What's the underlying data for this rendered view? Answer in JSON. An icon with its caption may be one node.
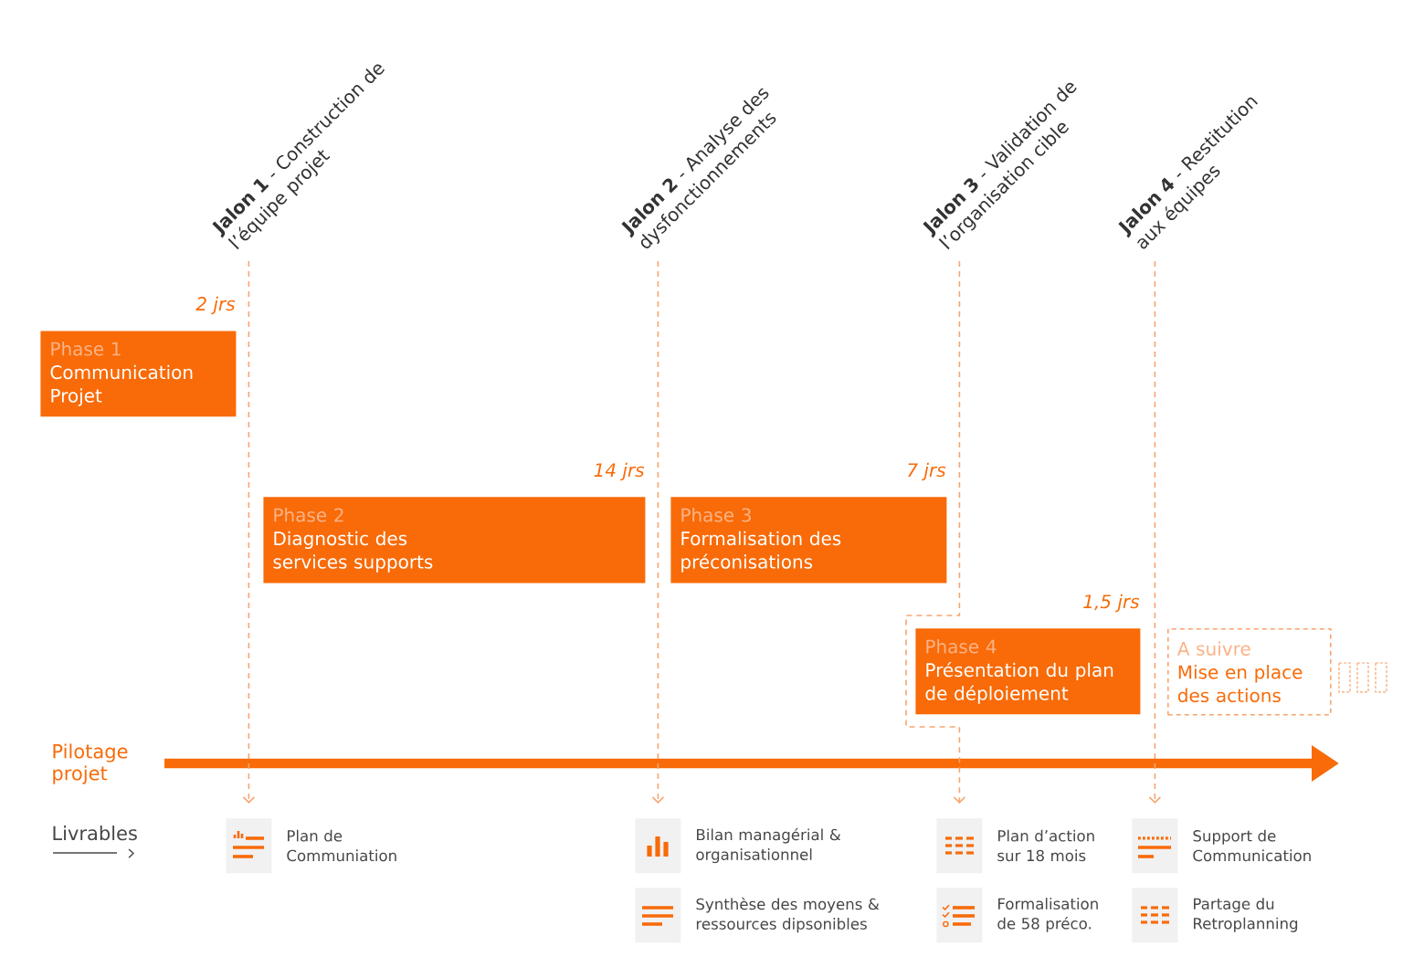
{
  "diagram": {
    "nodes": [
      {
        "text": [
          "**Jalon 1** - Construction de l’équipe projet"
        ]
      },
      {
        "text": [
          "**Jalon 2** - Analyse des dysfonctionnements"
        ]
      },
      {
        "text": [
          "**Jalon 3** - Validation de l’organisation cible"
        ]
      },
      {
        "text": [
          "**Jalon 4** - Restitution aux équipes"
        ]
      },
      {
        "text": [
          "Phase 1",
          "Communication Projet"
        ],
        "beside": [
          "2 jrs"
        ]
      },
      {
        "text": [
          "Phase 2",
          "Diagnostic des services supports"
        ],
        "beside": [
          "14 jrs"
        ]
      },
      {
        "text": [
          "Phase 3",
          "Formalisation des préconisations"
        ],
        "beside": [
          "7 jrs"
        ]
      },
      {
        "text": [
          "Phase 4",
          "Présentation du plan de déploiement"
        ],
        "beside": [
          "1,5 jrs"
        ]
      },
      {
        "text": [
          "A suivre",
          "Mise en place des actions"
        ]
      },
      {
        "text": [],
        "shape": "picture",
        "beside": [
          "Plan de Communiation"
        ]
      },
      {
        "text": [],
        "shape": "picture",
        "beside": [
          "Bilan managérial & organisationnel"
        ]
      },
      {
        "text": [],
        "shape": "picture",
        "beside": [
          "Synthèse des moyens & ressources dipsonibles"
        ]
      },
      {
        "text": [],
        "shape": "picture",
        "beside": [
          "Plan d’action sur 18 mois"
        ]
      },
      {
        "text": [],
        "shape": "picture",
        "beside": [
          "Formalisation de 58 préco."
        ]
      },
      {
        "text": [],
        "shape": "picture",
        "beside": [
          "Support de Communication"
        ]
      },
      {
        "text": [],
        "shape": "picture",
        "beside": [
          "Partage du Retroplanning"
        ]
      }
    ],
    "edges": [
      {
        "from": 0,
        "to": 9,
        "arrow": "to",
        "style": "dashed"
      },
      {
        "from": 1,
        "to": 10,
        "arrow": "to",
        "style": "dashed"
      },
      {
        "from": 2,
        "to": 12,
        "arrow": "to",
        "style": "dashed"
      },
      {
        "from": 3,
        "to": 14,
        "arrow": "to",
        "style": "dashed"
      }
    ],
    "labels": [
      "Pilotage projet",
      "Livrables"
    ]
  }
}
